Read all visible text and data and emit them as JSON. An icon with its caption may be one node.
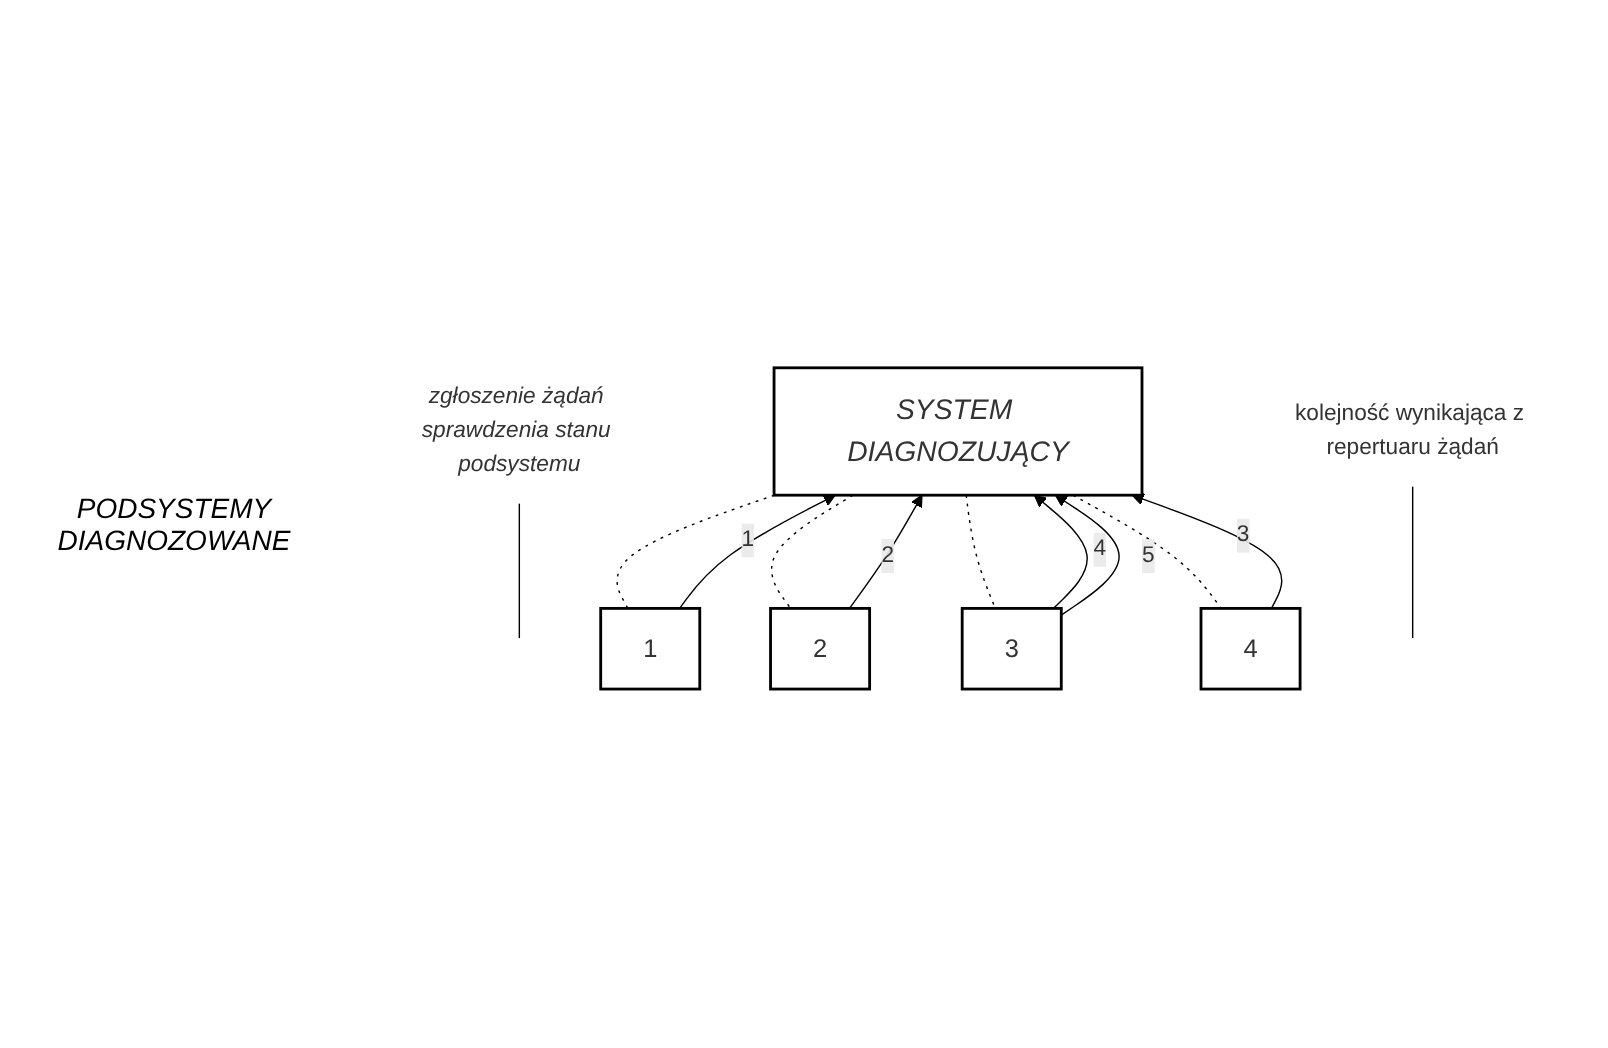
{
  "diagram": {
    "nodes": [
      {
        "text": [
          "zgłoszenie żądań sprawdzenia stanu podsystemu"
        ]
      },
      {
        "text": [
          "SYSTEM DIAGNOZUJĄCY"
        ]
      },
      {
        "text": [
          "1"
        ]
      },
      {
        "text": [
          "2"
        ]
      },
      {
        "text": [
          "3"
        ]
      },
      {
        "text": [
          "4"
        ]
      },
      {
        "text": [
          "kolejność wynikająca z repertuaru żądań"
        ]
      }
    ],
    "edges": [
      {
        "from": 0,
        "to": null,
        "arrow": "none"
      },
      {
        "from": 2,
        "to": 1,
        "arrow": "to",
        "label": "1"
      },
      {
        "from": 3,
        "to": 1,
        "arrow": "to",
        "label": "2"
      },
      {
        "from": 4,
        "to": 1,
        "arrow": "to",
        "label": "4"
      },
      {
        "from": 4,
        "to": 1,
        "arrow": "to",
        "label": "5"
      },
      {
        "from": 5,
        "to": 1,
        "arrow": "to",
        "label": "3"
      },
      {
        "from": 1,
        "to": 2,
        "arrow": "none",
        "style": "dashed"
      },
      {
        "from": 1,
        "to": 3,
        "arrow": "none",
        "style": "dashed"
      },
      {
        "from": 1,
        "to": 4,
        "arrow": "none",
        "style": "dashed"
      },
      {
        "from": 1,
        "to": 5,
        "arrow": "none",
        "style": "dashed"
      },
      {
        "from": 6,
        "to": null,
        "arrow": "none"
      }
    ],
    "labels": [
      "PODSYSTEMY DIAGNOZOWANE"
    ]
  }
}
